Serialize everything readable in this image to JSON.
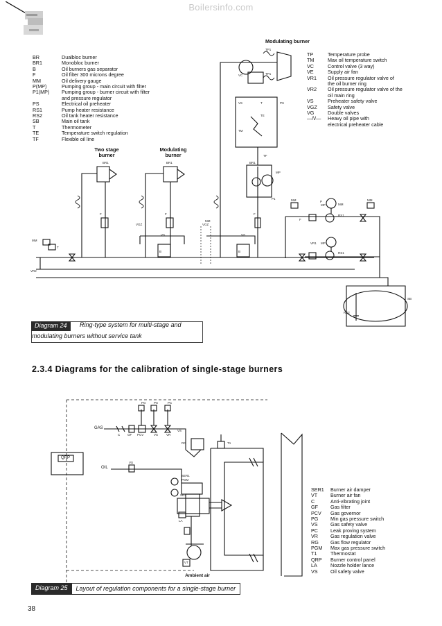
{
  "watermark": "Boilersinfo.com",
  "diagram24": {
    "title_modulating": "Modulating burner",
    "label_two_stage_l1": "Two stage",
    "label_two_stage_l2": "burner",
    "label_mod_l1": "Modulating",
    "label_mod_l2": "burner",
    "legend_left": [
      {
        "k": "BR",
        "v": "Dualbloc burner"
      },
      {
        "k": "BR1",
        "v": "Monobloc burner"
      },
      {
        "k": "B",
        "v": "Oil burners gas separator"
      },
      {
        "k": "F",
        "v": "Oil filter 300 microns degree"
      },
      {
        "k": "MM",
        "v": "Oil delivery gauge"
      },
      {
        "k": "P(MP)",
        "v": "Pumping group - main circuit with filter"
      },
      {
        "k": "P1(MP)",
        "v": "Pumping group - burner circuit with filter"
      },
      {
        "k": "",
        "v": "and pressure regulator"
      },
      {
        "k": "PS",
        "v": "Electrical oil preheater"
      },
      {
        "k": "RS1",
        "v": "Pump heater resistance"
      },
      {
        "k": "RS2",
        "v": "Oil tank heater resistance"
      },
      {
        "k": "SB",
        "v": "Main oil tank"
      },
      {
        "k": "T",
        "v": "Thermometer"
      },
      {
        "k": "TE",
        "v": "Temperature switch regulation"
      },
      {
        "k": "TF",
        "v": "Flexible oil line"
      }
    ],
    "legend_right": [
      {
        "k": "TP",
        "v": "Temperature probe"
      },
      {
        "k": "TM",
        "v": "Max oil temperature switch"
      },
      {
        "k": "VC",
        "v": "Control valve (3 way)"
      },
      {
        "k": "VE",
        "v": "Supply air fan"
      },
      {
        "k": "VR1",
        "v": "Oil pressure regulator valve of"
      },
      {
        "k": "",
        "v": "the oil burner ring"
      },
      {
        "k": "VR2",
        "v": "Oil pressure regulator valve of the"
      },
      {
        "k": "",
        "v": "oil main ring"
      },
      {
        "k": "VS",
        "v": "Preheater safety valve"
      },
      {
        "k": "VGZ",
        "v": "Safety valve"
      },
      {
        "k": "VG",
        "v": "Double valves"
      },
      {
        "k": "—/\\/—",
        "v": "Heavy oil pipe with"
      },
      {
        "k": "",
        "v": "electrical preheater cable"
      }
    ],
    "component_tags": [
      "TP1",
      "TP1",
      "VC",
      "VS",
      "T",
      "PS",
      "TE",
      "TM",
      "TF",
      "BR1",
      "BR1",
      "BR1",
      "MP",
      "P1",
      "MM",
      "MM",
      "MM",
      "MM",
      "F",
      "F",
      "F",
      "F",
      "VGZ",
      "VGZ",
      "VS",
      "VS",
      "B",
      "B",
      "MM",
      "T",
      "VR2",
      "P",
      "VR1",
      "MP",
      "MP",
      "RS1",
      "RS1",
      "SB",
      "RS2"
    ],
    "caption_tag": "Diagram 24",
    "caption_line1": "Ring-type system for multi-stage and",
    "caption_line2": "modulating burners without service tank"
  },
  "section_heading": "2.3.4 Diagrams for the calibration of single-stage burners",
  "diagram25": {
    "label_gas": "GAS",
    "label_oil": "OIL",
    "label_qrp": "QRP",
    "label_ambient": "Ambient air",
    "component_tags": [
      "PS",
      "PG",
      "PC",
      "GF",
      "C",
      "PCV",
      "VS",
      "VR",
      "RG",
      "SER1",
      "T1",
      "PGM",
      "VS",
      "VS",
      "VT",
      "SK3",
      "LA"
    ],
    "legend": [
      {
        "k": "SER1",
        "v": "Burner air damper"
      },
      {
        "k": "VT",
        "v": "Burner air fan"
      },
      {
        "k": "C",
        "v": "Anti-vibrating joint"
      },
      {
        "k": "GF",
        "v": "Gas filter"
      },
      {
        "k": "PCV",
        "v": "Gas governor"
      },
      {
        "k": "PG",
        "v": "Min gas pressure switch"
      },
      {
        "k": "VS",
        "v": "Gas safety valve"
      },
      {
        "k": "PC",
        "v": "Leak proving system"
      },
      {
        "k": "VR",
        "v": "Gas regulation valve"
      },
      {
        "k": "RG",
        "v": "Gas flow regulator"
      },
      {
        "k": "PGM",
        "v": "Max gas pressure switch"
      },
      {
        "k": "T1",
        "v": "Thermostat"
      },
      {
        "k": "QRP",
        "v": "Burner control panel"
      },
      {
        "k": "LA",
        "v": "Nozzle holder lance"
      },
      {
        "k": "VS",
        "v": "Oil safety valve"
      }
    ],
    "caption_tag": "Diagram 25",
    "caption_text": "Layout of regulation components for a single-stage burner"
  },
  "page_number": "38"
}
